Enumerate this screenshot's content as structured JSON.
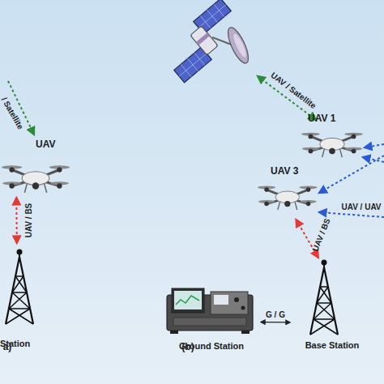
{
  "diagram": {
    "nodes": [
      {
        "text": [
          "UAV"
        ]
      },
      {
        "text": [
          "Station"
        ]
      },
      {
        "text": [
          "UAV 1"
        ]
      },
      {
        "text": [
          "UAV 3"
        ]
      },
      {
        "text": [
          "Ground Station"
        ]
      },
      {
        "text": [
          "Base Station"
        ]
      }
    ],
    "edges": [
      {
        "from": 0,
        "to": 1,
        "label": "UAV / BS",
        "arrow": "both"
      },
      {
        "from": 3,
        "to": 5,
        "label": "UAV / BS",
        "arrow": "both"
      },
      {
        "from": 4,
        "to": 5,
        "label": "G / G",
        "arrow": "both"
      }
    ],
    "labels": [
      "/ Satellite",
      "a)",
      "UAV / Satellite",
      "UAV / UAV",
      "(b)"
    ]
  }
}
